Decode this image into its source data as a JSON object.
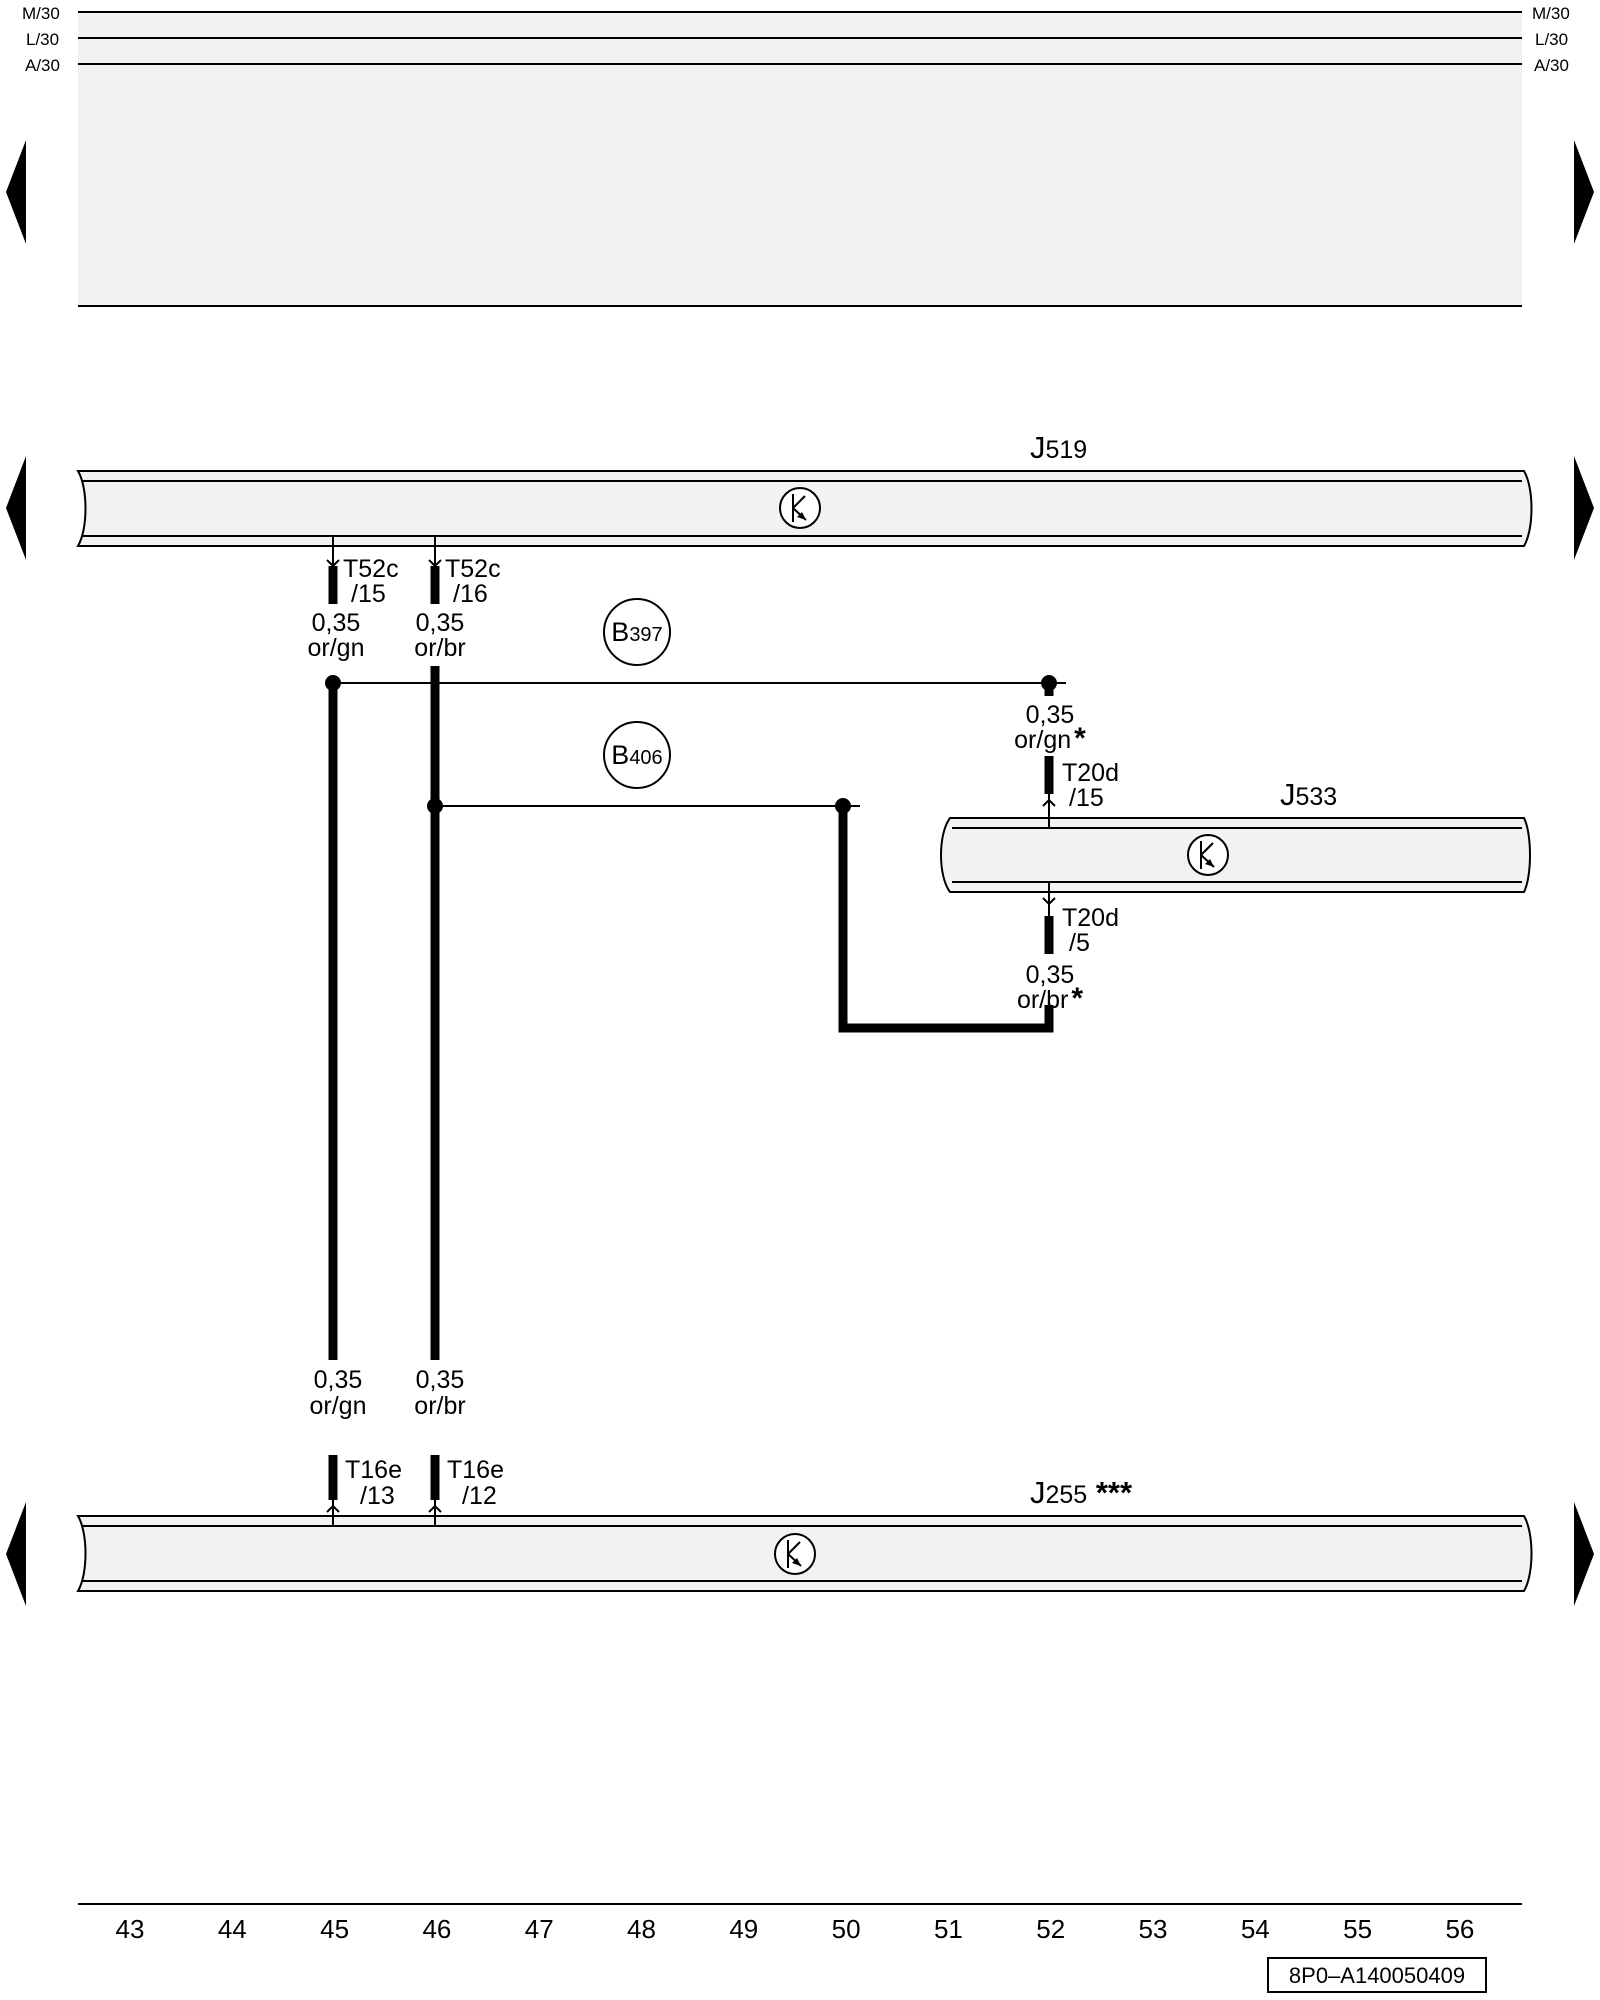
{
  "rails": {
    "m30": "M/30",
    "l30": "L/30",
    "a30": "A/30"
  },
  "components": {
    "j519": {
      "prefix": "J",
      "number": "519"
    },
    "j533": {
      "prefix": "J",
      "number": "533"
    },
    "j255": {
      "prefix": "J",
      "number": "255",
      "suffix": " ***"
    }
  },
  "connectors": {
    "t52c_15": {
      "name": "T52c",
      "pin": "/15"
    },
    "t52c_16": {
      "name": "T52c",
      "pin": "/16"
    },
    "t20d_15": {
      "name": "T20d",
      "pin": "/15"
    },
    "t20d_5": {
      "name": "T20d",
      "pin": "/5"
    },
    "t16e_13": {
      "name": "T16e",
      "pin": "/13"
    },
    "t16e_12": {
      "name": "T16e",
      "pin": "/12"
    }
  },
  "wires": {
    "w45_top": {
      "size": "0,35",
      "color": "or/gn"
    },
    "w46_top": {
      "size": "0,35",
      "color": "or/br"
    },
    "w52_top": {
      "size": "0,35",
      "color": "or/gn",
      "mark": "*"
    },
    "w52_bot": {
      "size": "0,35",
      "color": "or/br",
      "mark": "*"
    },
    "w45_bot": {
      "size": "0,35",
      "color": "or/gn"
    },
    "w46_bot": {
      "size": "0,35",
      "color": "or/br"
    }
  },
  "connections": {
    "b397": {
      "prefix": "B",
      "number": "397"
    },
    "b406": {
      "prefix": "B",
      "number": "406"
    }
  },
  "columns": [
    "43",
    "44",
    "45",
    "46",
    "47",
    "48",
    "49",
    "50",
    "51",
    "52",
    "53",
    "54",
    "55",
    "56"
  ],
  "document_id": "8P0–A140050409",
  "colors": {
    "line": "#000000",
    "panel_fill": "#f2f2f2",
    "background": "#ffffff"
  }
}
